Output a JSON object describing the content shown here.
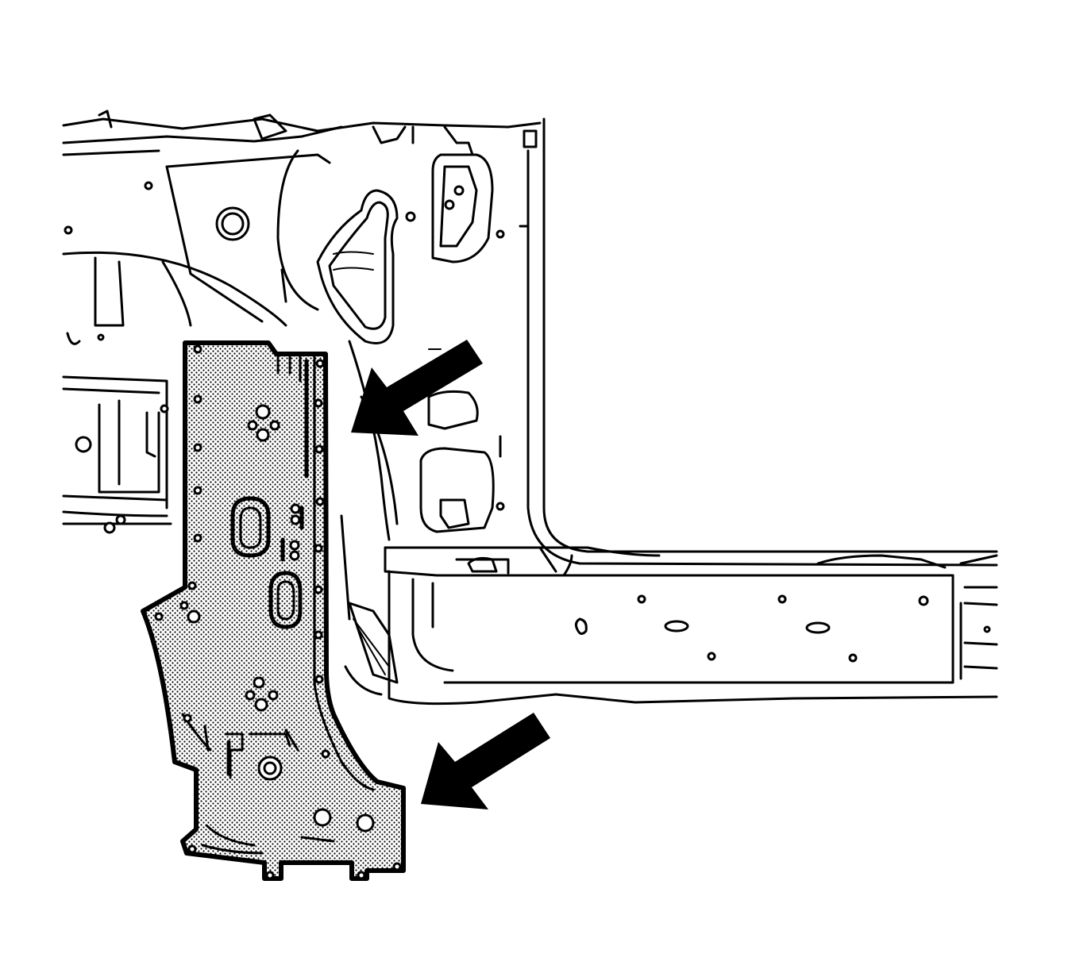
{
  "figure": {
    "colors": {
      "line": "#000000",
      "background": "#ffffff",
      "highlight_fill": "#d9d9d9",
      "arrow": "#000000"
    },
    "parts": [
      {
        "name": "upper-body-structure"
      },
      {
        "name": "rocker-sill-section"
      },
      {
        "name": "highlighted-panel",
        "fill_pattern": "stipple"
      }
    ],
    "arrows": [
      {
        "name": "upper-arrow",
        "direction": "down-left"
      },
      {
        "name": "lower-arrow",
        "direction": "down-left"
      }
    ]
  }
}
